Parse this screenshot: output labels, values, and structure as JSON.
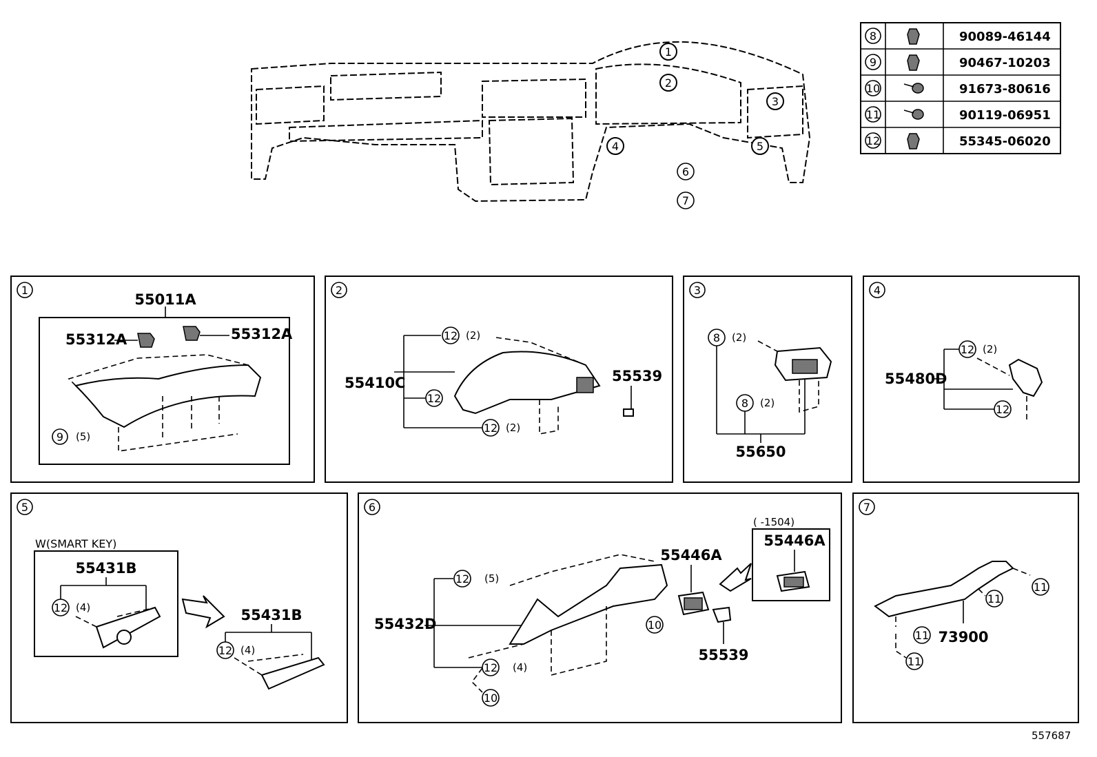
{
  "legend": [
    {
      "num": "8",
      "part": "90089-46144",
      "icon": "clip-icon"
    },
    {
      "num": "9",
      "part": "90467-10203",
      "icon": "clip-icon"
    },
    {
      "num": "10",
      "part": "91673-80616",
      "icon": "screw-icon"
    },
    {
      "num": "11",
      "part": "90119-06951",
      "icon": "screw-icon"
    },
    {
      "num": "12",
      "part": "55345-06020",
      "icon": "clip-icon"
    }
  ],
  "overview": {
    "callouts": [
      "1",
      "2",
      "3",
      "4",
      "5",
      "6",
      "7"
    ]
  },
  "panels": {
    "p1": {
      "num": "1",
      "parts": {
        "main": "55011A",
        "clip_left": "55312A",
        "clip_right": "55312A"
      },
      "callouts": [
        {
          "num": "9",
          "qty": "(5)"
        }
      ]
    },
    "p2": {
      "num": "2",
      "parts": {
        "main": "55410C",
        "side": "55539"
      },
      "callouts": [
        {
          "num": "12",
          "qty": "(2)"
        },
        {
          "num": "12",
          "qty": ""
        },
        {
          "num": "12",
          "qty": "(2)"
        }
      ]
    },
    "p3": {
      "num": "3",
      "parts": {
        "main": "55650"
      },
      "callouts": [
        {
          "num": "8",
          "qty": "(2)"
        },
        {
          "num": "8",
          "qty": "(2)"
        }
      ]
    },
    "p4": {
      "num": "4",
      "parts": {
        "main": "55480D"
      },
      "callouts": [
        {
          "num": "12",
          "qty": "(2)"
        },
        {
          "num": "12",
          "qty": ""
        }
      ]
    },
    "p5": {
      "num": "5",
      "note": "W(SMART KEY)",
      "parts": {
        "inner": "55431B",
        "outer": "55431B"
      },
      "callouts": [
        {
          "num": "12",
          "qty": "(4)"
        },
        {
          "num": "12",
          "qty": "(4)"
        }
      ]
    },
    "p6": {
      "num": "6",
      "parts": {
        "main": "55432D",
        "vent": "55446A",
        "side": "55539",
        "inset": "55446A"
      },
      "inset_note": "(      -1504)",
      "callouts": [
        {
          "num": "12",
          "qty": "(5)"
        },
        {
          "num": "12",
          "qty": "(4)"
        },
        {
          "num": "10",
          "qty": ""
        },
        {
          "num": "10",
          "qty": ""
        }
      ]
    },
    "p7": {
      "num": "7",
      "parts": {
        "main": "73900"
      },
      "callouts": [
        {
          "num": "11"
        },
        {
          "num": "11"
        },
        {
          "num": "11"
        },
        {
          "num": "11"
        }
      ]
    }
  },
  "figure_id": "557687"
}
